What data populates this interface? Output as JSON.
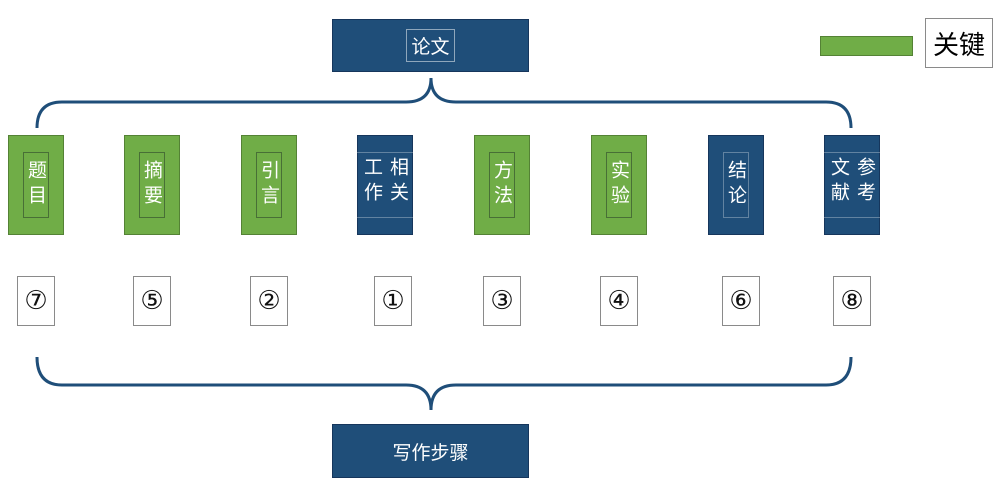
{
  "title": "论文",
  "legend": {
    "label": "关键",
    "color": "#70ad47"
  },
  "sections": [
    {
      "text": "题目",
      "key": true,
      "order": "⑦"
    },
    {
      "text": "摘要",
      "key": true,
      "order": "⑤"
    },
    {
      "text": "引言",
      "key": true,
      "order": "②"
    },
    {
      "text": "相关工作",
      "key": false,
      "order": "①"
    },
    {
      "text": "方法",
      "key": true,
      "order": "③"
    },
    {
      "text": "实验",
      "key": true,
      "order": "④"
    },
    {
      "text": "结论",
      "key": false,
      "order": "⑥"
    },
    {
      "text": "参考文献",
      "key": false,
      "order": "⑧"
    }
  ],
  "footer": "写作步骤",
  "colors": {
    "key": "#70ad47",
    "normal": "#1f4e79",
    "brace": "#1f4e79"
  }
}
